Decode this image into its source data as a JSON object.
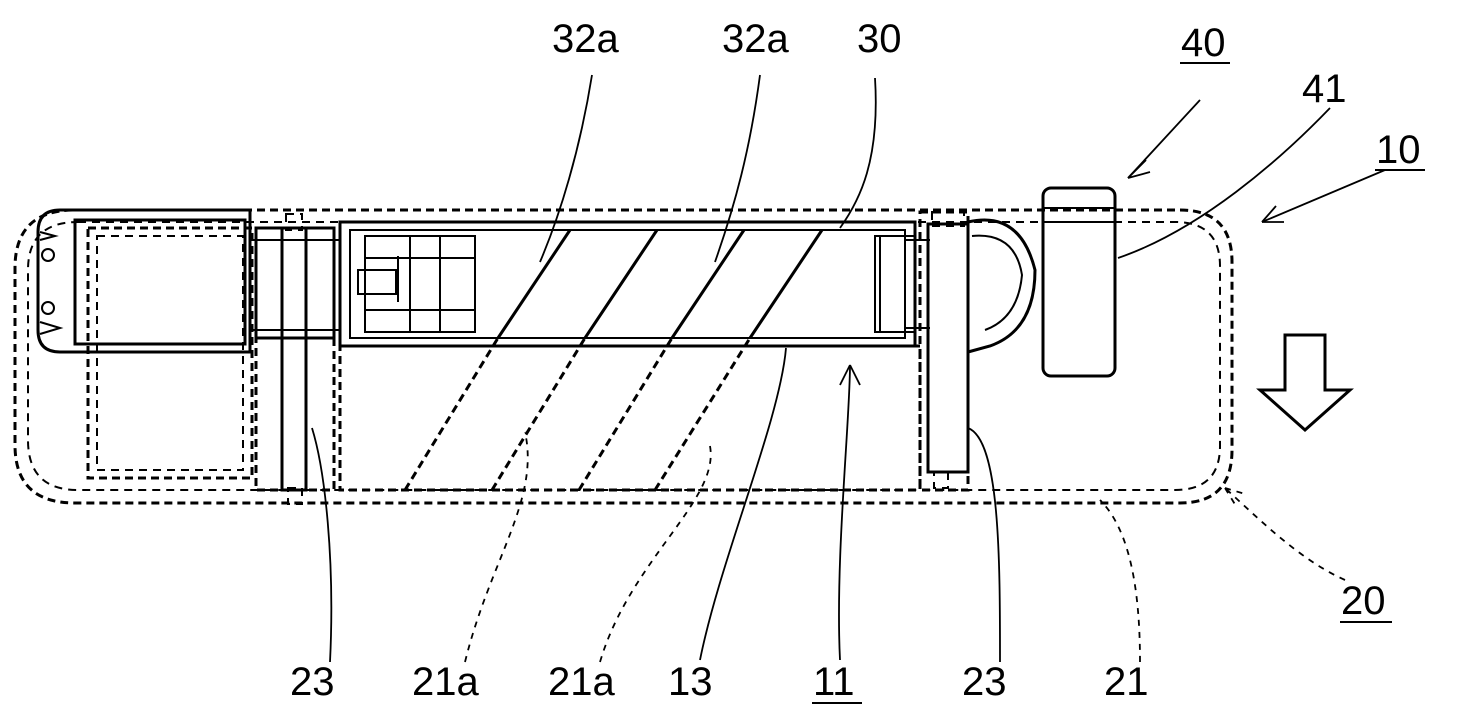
{
  "labels": {
    "l32a_1": "32a",
    "l32a_2": "32a",
    "l30": "30",
    "l40": "40",
    "l41": "41",
    "l10": "10",
    "l20": "20",
    "l23_left": "23",
    "l21a_1": "21a",
    "l21a_2": "21a",
    "l13": "13",
    "l11": "11",
    "l23_right": "23",
    "l21": "21"
  }
}
